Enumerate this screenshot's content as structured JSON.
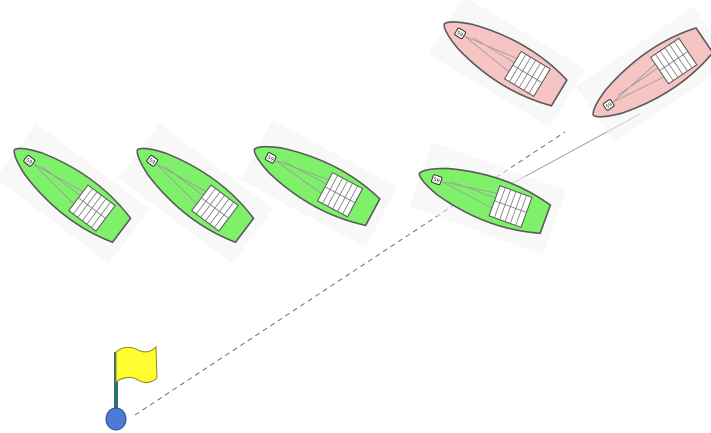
{
  "scene": {
    "description_free": true,
    "colors": {
      "boat_green": "#7ef06a",
      "boat_pink": "#f7c4c4",
      "flag_yellow": "#fffd2f",
      "flag_pole": "#2f6e73",
      "buoy_blue": "#4a7bd8",
      "line_gray": "#6f6f6f"
    },
    "boats": [
      {
        "id": "boat-1",
        "color": "green",
        "badge": "59"
      },
      {
        "id": "boat-2",
        "color": "green",
        "badge": "59"
      },
      {
        "id": "boat-3",
        "color": "green",
        "badge": "59"
      },
      {
        "id": "boat-4",
        "color": "green",
        "badge": "59"
      },
      {
        "id": "boat-5",
        "color": "pink",
        "badge": "59"
      },
      {
        "id": "boat-6",
        "color": "pink",
        "badge": "59"
      }
    ],
    "icons": [
      "boat-icon",
      "flag-icon",
      "buoy-icon"
    ]
  }
}
